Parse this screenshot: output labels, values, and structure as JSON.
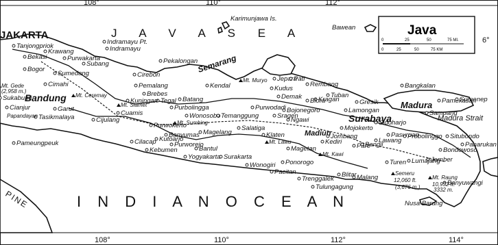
{
  "legend": {
    "title": "Java",
    "scale_mi": [
      "0",
      "25",
      "50",
      "75 MI."
    ],
    "scale_km": [
      "0",
      "25",
      "50",
      "75 KM"
    ]
  },
  "seas": {
    "java_sea": "J A V A   S E A",
    "indian_ocean": "I N D I A N   O C E A N"
  },
  "coords": {
    "top": [
      "108°",
      "110°",
      "112°"
    ],
    "bottom": [
      "108°",
      "110°",
      "112°",
      "114°"
    ],
    "right": "6°"
  },
  "islands": [
    "Karimunjawa Is.",
    "Bawean",
    "Madura",
    "Nusa Barung"
  ],
  "straits": [
    "Madura Strait"
  ],
  "corner": "PINE",
  "cities_major": [
    "JAKARTA",
    "Bandung",
    "Semarang",
    "Surabaya",
    "Madiun"
  ],
  "cities": [
    "Tanjongpriok",
    "Bekasi",
    "Krawang",
    "Purwakarta",
    "Subang",
    "Bogor",
    "Sumedang",
    "Cimahi",
    "Sukabumi",
    "Cianjur",
    "Garut",
    "Tasikmalaya",
    "Indramayu",
    "Indramayu Pt.",
    "Cirebon",
    "Pemalang",
    "Pekalongan",
    "Tegal",
    "Brebes",
    "Kuningan",
    "Cuamis",
    "Cijulang",
    "Pameungpeuk",
    "Batang",
    "Kendal",
    "Purbolingga",
    "Wonosobo",
    "Temanggung",
    "Purwokerto",
    "Banyumas",
    "Cilacap",
    "Kebumen",
    "Kutoarjo",
    "Purworejo",
    "Yogyakarta",
    "Bantul",
    "Surakarta",
    "Klaten",
    "Wonogiri",
    "Magelang",
    "Salatiga",
    "Purwodadi",
    "Kudus",
    "Demak",
    "Jepara",
    "Pati",
    "Rembang",
    "Kragan",
    "Blora",
    "Tuban",
    "Bojonegoro",
    "Ngawi",
    "Sragen",
    "Gresik",
    "Lamongan",
    "Mojokerto",
    "Jombang",
    "Pare",
    "Kediri",
    "Magetan",
    "Ponorogo",
    "Pacitan",
    "Trenggalek",
    "Tulungagung",
    "Blitar",
    "Malang",
    "Bangil",
    "Lawang",
    "Pasuruan",
    "Probolinggo",
    "Sidoharjo",
    "Bangkalan",
    "Sampang",
    "Pamekasan",
    "Sumenep",
    "Situbondo",
    "Panarukan",
    "Bondowoso",
    "Jember",
    "Lumajang",
    "Turen",
    "Banyuwangi"
  ],
  "mountains": [
    "Mt. Gede",
    "(2,958 m.)",
    "Mt. Ceremay",
    "Mt. Slamet",
    "Mt. Sumbing",
    "Mt. Muryo",
    "Mt. Lawu",
    "Mt. Kawi",
    "Mt. Raung",
    "Semeru",
    "12,060 ft.",
    "(3,676 m.)",
    "10,932 ft.",
    "3332 m.",
    "Papandayan"
  ]
}
